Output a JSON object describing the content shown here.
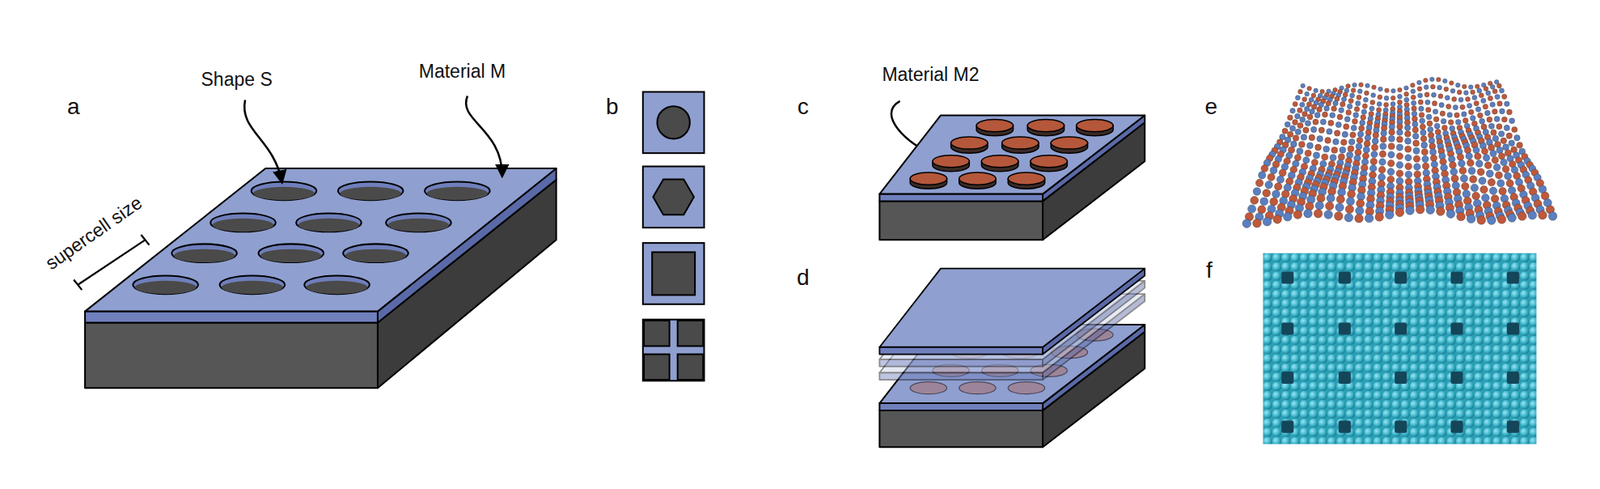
{
  "diagram": {
    "labels": [
      "a",
      "Shape S",
      "Material M",
      "supercell size",
      "b",
      "c",
      "Material M2",
      "d",
      "e",
      "f"
    ]
  }
}
